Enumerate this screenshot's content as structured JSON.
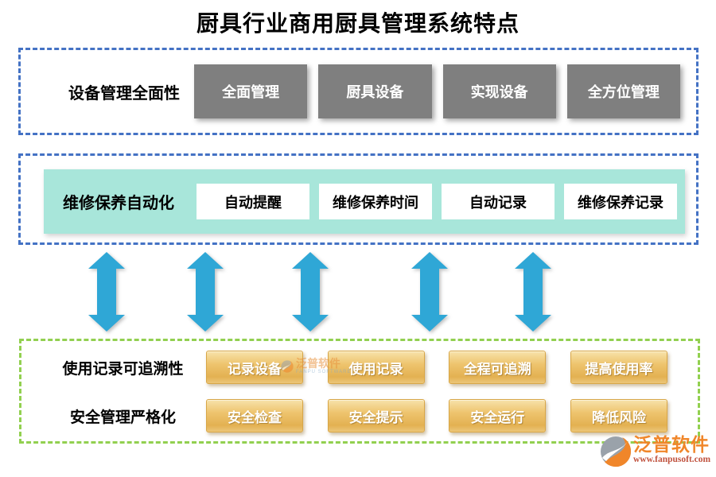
{
  "title": "厨具行业商用厨具管理系统特点",
  "equipment_section": {
    "label": "设备管理全面性",
    "items": [
      "全面管理",
      "厨具设备",
      "实现设备",
      "全方位管理"
    ]
  },
  "maintenance_section": {
    "label": "维修保养自动化",
    "items": [
      "自动提醒",
      "维修保养时间",
      "自动记录",
      "维修保养记录"
    ]
  },
  "usage_section": {
    "rows": [
      {
        "label": "使用记录可追溯性",
        "items": [
          "记录设备",
          "使用记录",
          "全程可追溯",
          "提高使用率"
        ]
      },
      {
        "label": "安全管理严格化",
        "items": [
          "安全检查",
          "安全提示",
          "安全运行",
          "降低风险"
        ]
      }
    ]
  },
  "arrows": {
    "count": 5,
    "direction": "double-vertical"
  },
  "watermark": {
    "brand": "泛普软件",
    "sub": "FANPU SOFTWARE"
  },
  "footer": {
    "brand": "泛普软件",
    "url": "www.fanpusoft.com"
  },
  "colors": {
    "blue_border": "#4472C4",
    "green_border": "#92D050",
    "teal_panel": "#A8E6DA",
    "gray_button": "#7F7F7F",
    "gold_button": "#E8BC62",
    "arrow_blue": "#2FA7D6",
    "brand_orange": "#F0862A",
    "url_red": "#C0523E"
  }
}
